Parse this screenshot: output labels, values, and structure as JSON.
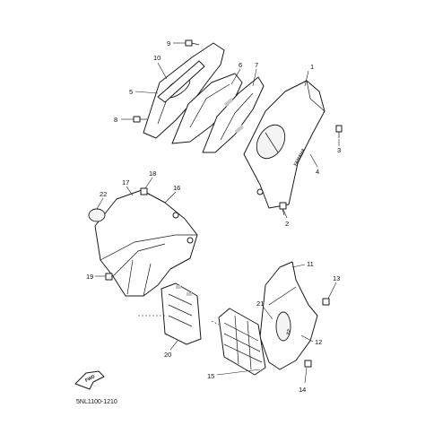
{
  "diagram": {
    "drawing_code": "5NL1100-1210",
    "fwd_label": "FWD",
    "callouts": {
      "c1": "1",
      "c2": "2",
      "c3": "3",
      "c4": "4",
      "c5": "5",
      "c6": "6",
      "c7": "7",
      "c8": "8",
      "c9": "9",
      "c10": "10",
      "c11": "11",
      "c12": "12",
      "c13": "13",
      "c14": "14",
      "c15": "15",
      "c16": "16",
      "c17": "17",
      "c18": "18",
      "c19": "19",
      "c20": "20",
      "c21": "21",
      "c22": "22"
    },
    "icons": {
      "fwd_arrow": "fwd-arrow-icon",
      "bolt": "bolt-icon"
    }
  }
}
